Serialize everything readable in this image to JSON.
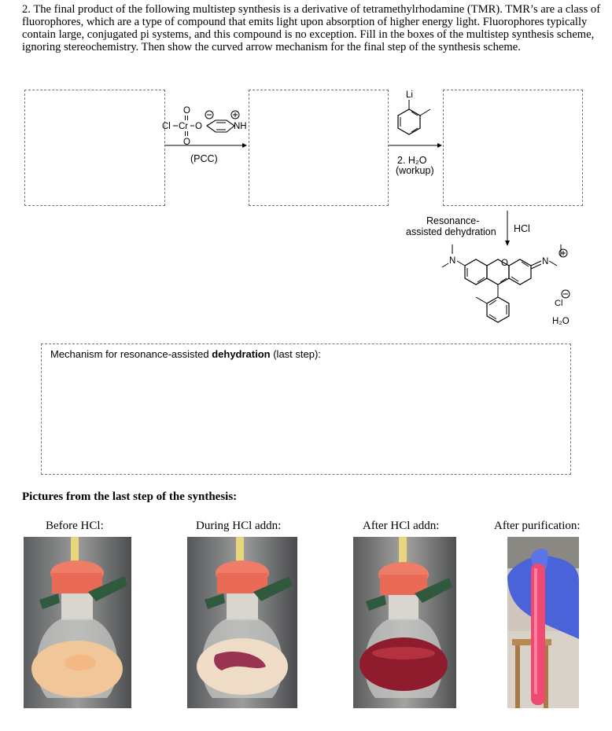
{
  "question": {
    "text": "2. The final product of the following multistep synthesis is a derivative of tetramethylrhodamine (TMR). TMR’s are a class of fluorophores, which are a type of compound that emits light upon absorption of higher energy light. Fluorophores typically contain large, conjugated pi systems, and this compound is no exception. Fill in the boxes of the multistep synthesis scheme, ignoring stereochemistry. Then show the curved arrow mechanism for the final step of the synthesis scheme."
  },
  "scheme": {
    "pcc_label": "(PCC)",
    "pcc_atoms": {
      "O": "O",
      "Cl": "Cl",
      "Cr": "Cr",
      "NH": "NH"
    },
    "reagent2_atom": "Li",
    "step2_line1": "2. H₂O",
    "step2_line2": "(workup)",
    "dehydration_line1": "Resonance-",
    "dehydration_line2": "assisted dehydration",
    "hcl": "HCl",
    "product_atoms": {
      "N": "N",
      "O": "O",
      "Cl": "Cl",
      "water": "H₂O"
    }
  },
  "mechanism": {
    "label_prefix": "Mechanism for resonance-assisted ",
    "label_bold": "dehydration",
    "label_suffix": " (last step):"
  },
  "pictures": {
    "title": "Pictures from the last step of the synthesis:",
    "captions": [
      "Before HCl:",
      "During HCl addn:",
      "After HCl addn:",
      "After purification:"
    ]
  },
  "colors": {
    "box_border": "#777777",
    "cap_salmon": "#ee7d68",
    "clamp_green": "#2f5a3e",
    "before_liquid": "#f1c79a",
    "during_stain": "#9a3352",
    "after_liquid": "#8e1c2c",
    "glove_blue": "#4b63d8",
    "tube_pink": "#f04a72"
  }
}
